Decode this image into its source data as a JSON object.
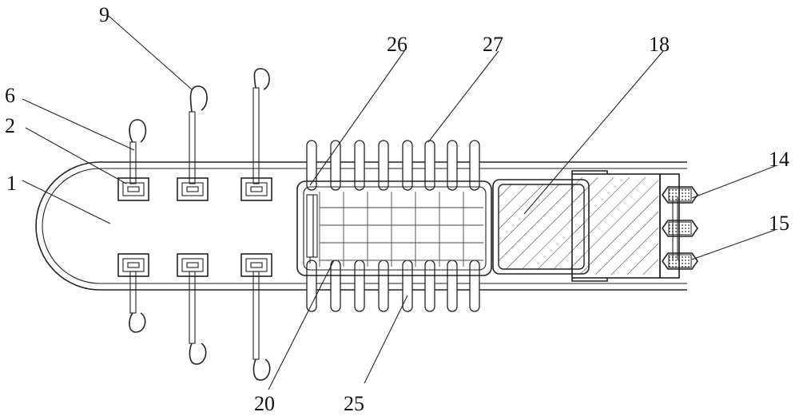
{
  "labels": {
    "l1": "1",
    "l2": "2",
    "l6": "6",
    "l9": "9",
    "l14": "14",
    "l15": "15",
    "l18": "18",
    "l20": "20",
    "l25": "25",
    "l26": "26",
    "l27": "27"
  },
  "colors": {
    "line": "#222222",
    "background": "#ffffff"
  }
}
